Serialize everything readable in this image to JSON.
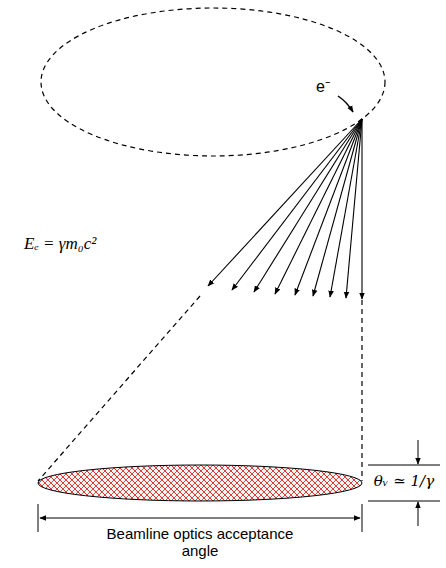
{
  "diagram": {
    "labels": [
      "e⁻",
      "Eₑ = γm₀c²",
      "θᵥ ≃ 1/γ",
      "Beamline optics acceptance angle"
    ]
  }
}
